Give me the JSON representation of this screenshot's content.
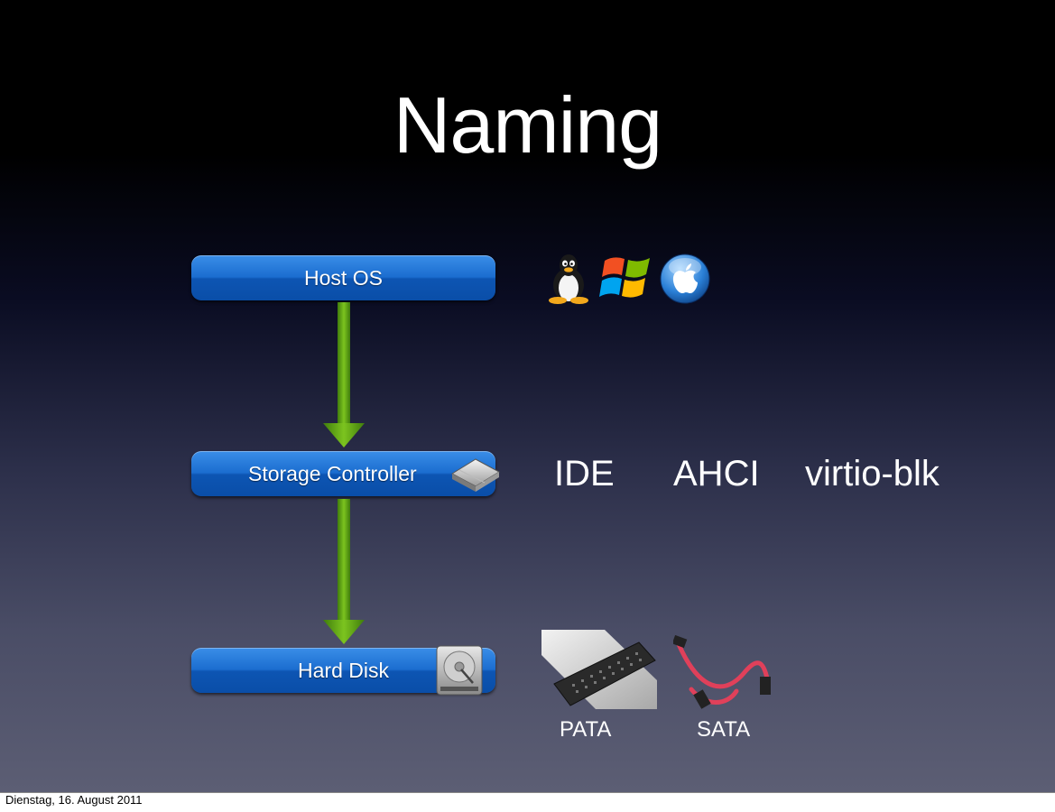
{
  "slide": {
    "title": "Naming",
    "layers": {
      "host_os": "Host OS",
      "storage_controller": "Storage Controller",
      "hard_disk": "Hard Disk"
    },
    "os_icons": [
      "linux-tux-icon",
      "windows-logo-icon",
      "apple-logo-icon"
    ],
    "controller_types": {
      "ide": "IDE",
      "ahci": "AHCI",
      "virtio": "virtio-blk"
    },
    "disk_interfaces": {
      "pata": "PATA",
      "sata": "SATA"
    },
    "colors": {
      "box_blue": "#1b6dd0",
      "arrow_green": "#5aa614",
      "sata_cable_red": "#e0405a"
    }
  },
  "footer": {
    "date": "Dienstag, 16. August 2011"
  }
}
